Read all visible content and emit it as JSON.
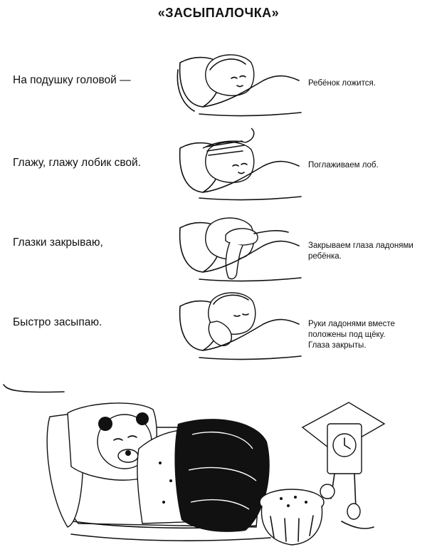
{
  "title": "«ЗАСЫПАЛОЧКА»",
  "rows": [
    {
      "verse": "На подушку головой —",
      "note": [
        "Ребёнок ложится."
      ],
      "illustration_icon": "child-lying-down-icon"
    },
    {
      "verse": "Глажу, глажу лобик свой.",
      "note": [
        "Поглаживаем лоб."
      ],
      "illustration_icon": "stroking-forehead-icon"
    },
    {
      "verse": "Глазки закрываю,",
      "note": [
        "Закрываем глаза ладонями",
        "ребёнка."
      ],
      "illustration_icon": "covering-eyes-icon"
    },
    {
      "verse": "Быстро засыпаю.",
      "note": [
        "Руки ладонями вместе",
        "положены под щёку.",
        "Глаза закрыты."
      ],
      "illustration_icon": "sleeping-child-icon"
    }
  ],
  "bottom_illustration_icon": "sleeping-bear-with-cuckoo-clock-icon"
}
